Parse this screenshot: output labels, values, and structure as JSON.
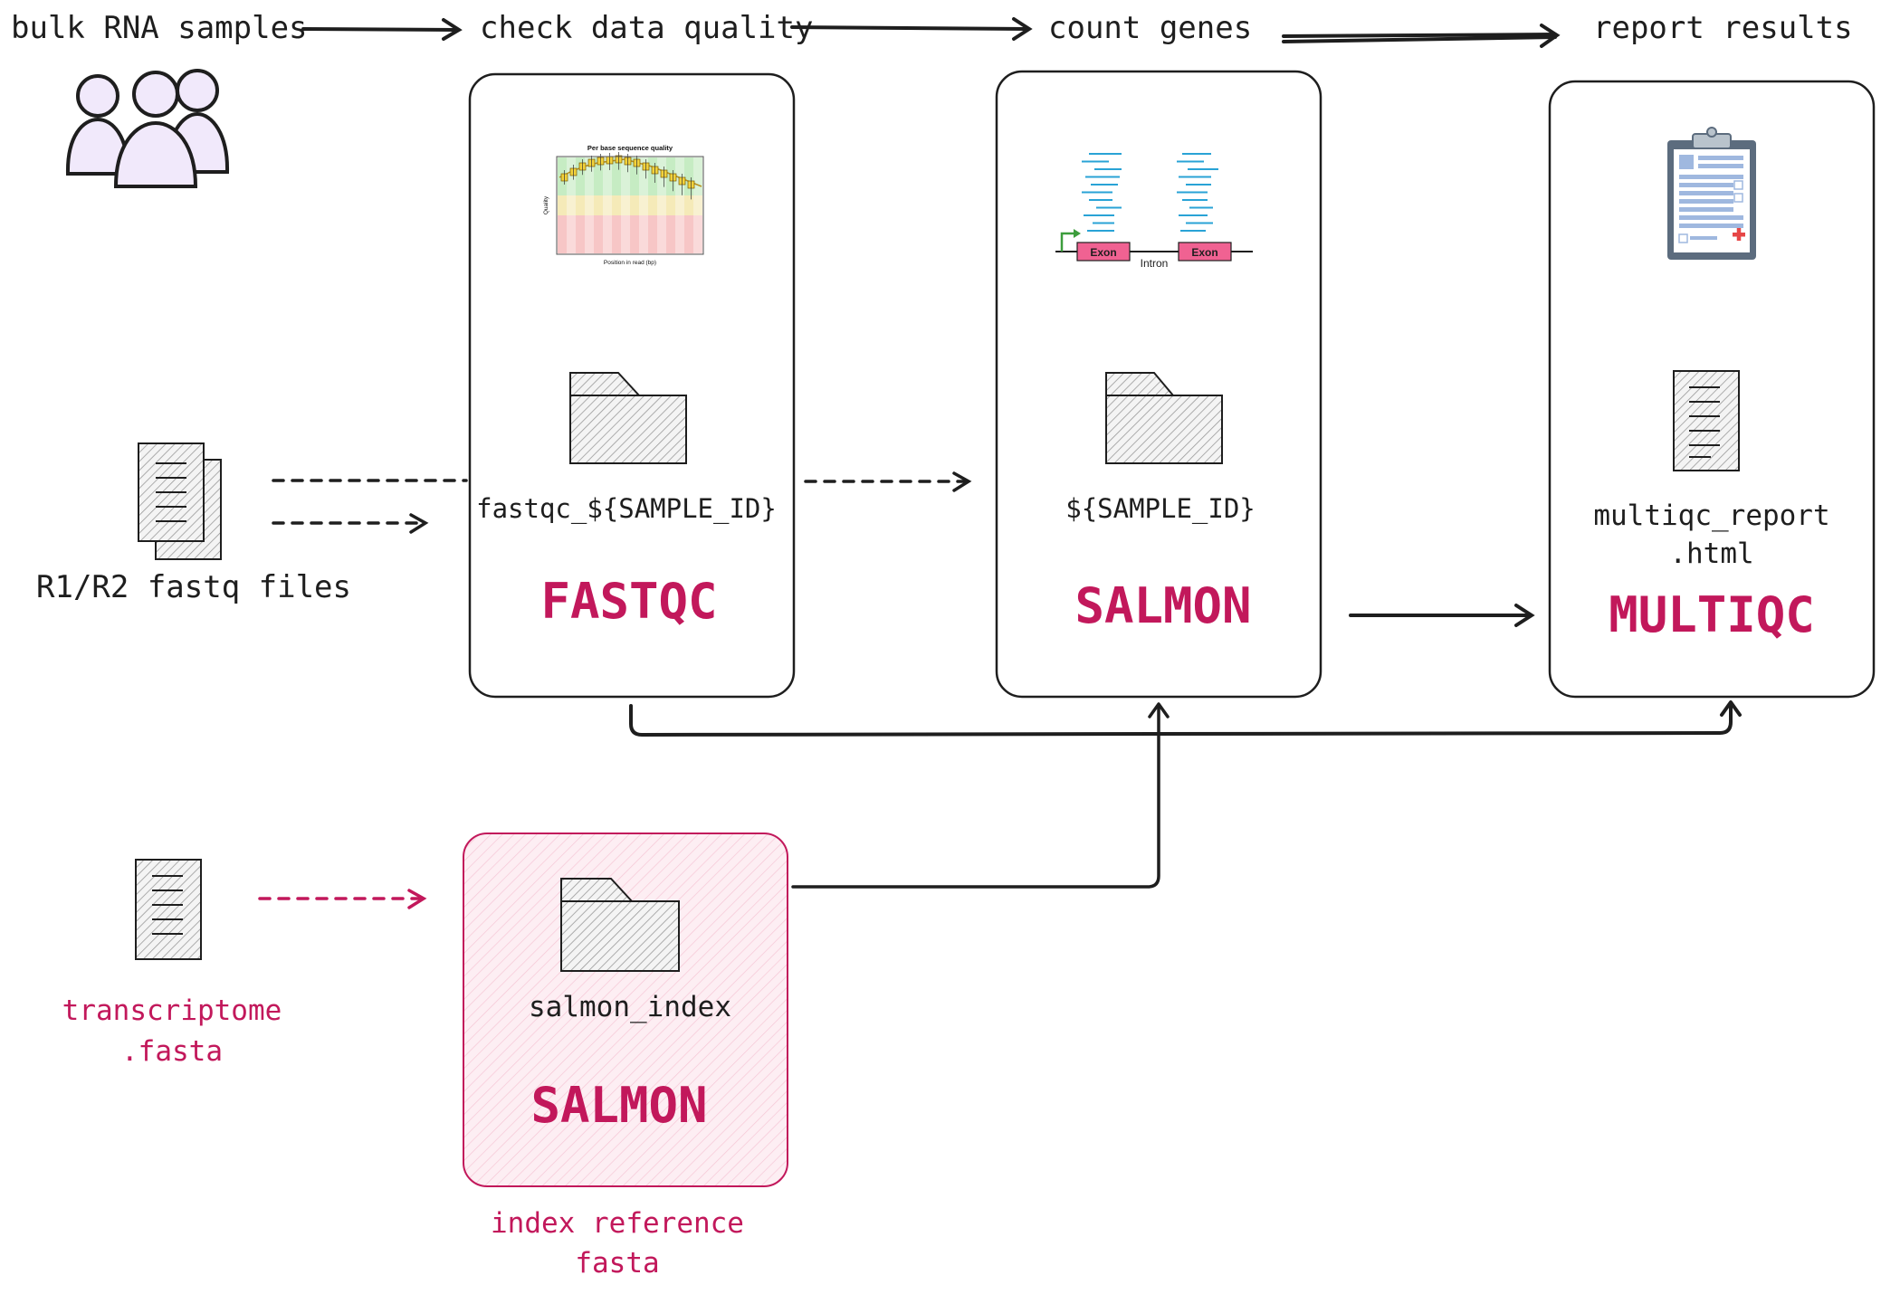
{
  "colors": {
    "ink": "#1e1e1e",
    "accent": "#c2185b",
    "box_fill": "#ffffff",
    "index_fill": "#fde9f0",
    "people_fill": "#f1e9fb",
    "hatch": "#bdbdbd",
    "exon": "#f06292",
    "read": "#29a3d6"
  },
  "steps": {
    "samples": "bulk RNA samples",
    "qc": "check data quality",
    "count": "count genes",
    "report": "report results"
  },
  "inputs": {
    "fastq": "R1/R2 fastq files",
    "transcriptome_line1": "transcriptome",
    "transcriptome_line2": ".fasta"
  },
  "fastqc": {
    "title": "FASTQC",
    "output": "fastqc_${SAMPLE_ID}",
    "plot_title": "Per base sequence quality",
    "plot_xlabel": "Position in read (bp)",
    "plot_ylabel": "Quality"
  },
  "salmon_quant": {
    "title": "SALMON",
    "output": "${SAMPLE_ID}",
    "exon1": "Exon",
    "exon2": "Exon",
    "intron": "Intron"
  },
  "multiqc": {
    "title": "MULTIQC",
    "output_line1": "multiqc_report",
    "output_line2": ".html"
  },
  "salmon_index": {
    "title": "SALMON",
    "output": "salmon_index",
    "caption_line1": "index reference",
    "caption_line2": "fasta"
  }
}
